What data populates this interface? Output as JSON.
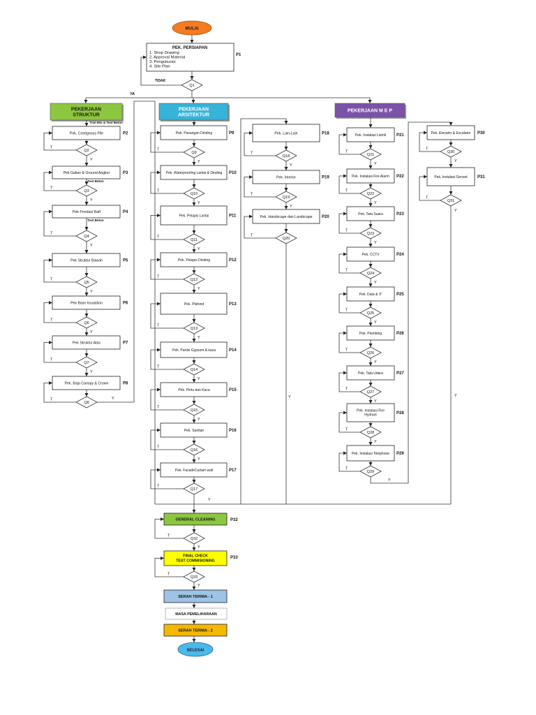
{
  "start": "MULAI",
  "end": "SELESAI",
  "preparation": {
    "title": "PEK. PERSIAPAN",
    "items": [
      "1. Shop Drawing",
      "2. Approval Material",
      "3. Pengukuran",
      "4. Site Plan"
    ],
    "code": "P1",
    "decision": "Q1",
    "no_label": "TIDAK",
    "yes_label": "YA"
  },
  "labels": {
    "no": "T",
    "yes": "Y"
  },
  "columns": [
    {
      "header": [
        "PEKERJAAN",
        "STRUKTUR"
      ],
      "header_color": "#8dc63f",
      "header_text_color": "#1b1b1b",
      "header_note": "Trial Mix & Test Beton",
      "steps": [
        {
          "label": "Pek. Contignous Pile",
          "code": "P2",
          "decision": "Q2"
        },
        {
          "label": "Pek Galian & Ground Angkur",
          "code": "P3",
          "decision": "Q3",
          "note": "Test Beton"
        },
        {
          "label": "Pek Pondasi Raft",
          "code": "P4",
          "decision": "Q4",
          "note": "Test Beton"
        },
        {
          "label": "Pek Struktur Bawah",
          "code": "P5",
          "decision": "Q5"
        },
        {
          "label": "Pek Base Insulation",
          "code": "P6",
          "decision": "Q6"
        },
        {
          "label": "Pek Struktur Atas",
          "code": "P7",
          "decision": "Q7"
        },
        {
          "label": "Pek. Baja Canopy & Crown",
          "code": "P8",
          "decision": "Q8"
        }
      ]
    },
    {
      "header": [
        "PEKERJAAN",
        "ARSITEKTUR"
      ],
      "header_color": "#35b3d8",
      "header_text_color": "#ffffff",
      "steps": [
        {
          "label": "Pek. Pasangan Dinding",
          "code": "P9",
          "decision": "Q9"
        },
        {
          "label": "Pek. Waterproofing Lantai & Dinding",
          "code": "P10",
          "decision": "Q10"
        },
        {
          "label": "Pek. Pelapis Lantai",
          "code": "P11",
          "decision": "Q11"
        },
        {
          "label": "Pek. Pelapis Dinding",
          "code": "P12",
          "decision": "Q12"
        },
        {
          "label": "Pek. Plafond",
          "code": "P13",
          "decision": "Q13"
        },
        {
          "label": "Pek. Partisi Gypsum & kaca",
          "code": "P14",
          "decision": "Q14"
        },
        {
          "label": "Pek. Pintu dan Kaca",
          "code": "P15",
          "decision": "Q15"
        },
        {
          "label": "Pek. Sanitair",
          "code": "P16",
          "decision": "Q16"
        },
        {
          "label": "Pek. FacadeCurtain wall",
          "code": "P17",
          "decision": "Q17"
        }
      ]
    },
    {
      "steps": [
        {
          "label": "Pek. Lain-Lain",
          "code": "P18",
          "decision": "Q18"
        },
        {
          "label": "Pek. Interior",
          "code": "P19",
          "decision": "Q19"
        },
        {
          "label": "Pek. Handscape dan Landscape",
          "code": "P20",
          "decision": "Q20"
        }
      ]
    },
    {
      "header": [
        "PEKERJAAN M E P"
      ],
      "header_color": "#7b52a8",
      "header_text_color": "#ffffff",
      "steps": [
        {
          "label": "Pek. Instalasi Listrik",
          "code": "P21",
          "decision": "Q21"
        },
        {
          "label": "Pek. Instalasi Fire Alarm",
          "code": "P22",
          "decision": "Q22"
        },
        {
          "label": "Pek. Tata Suara",
          "code": "P23",
          "decision": "Q23"
        },
        {
          "label": "Pek. CCTV",
          "code": "P24",
          "decision": "Q24"
        },
        {
          "label": "Pek. Data  & IT",
          "code": "P25",
          "decision": "Q25"
        },
        {
          "label": "Pek. Plumbing",
          "code": "P26",
          "decision": "Q26"
        },
        {
          "label": "Pek. Tata Udara",
          "code": "P27",
          "decision": "Q27"
        },
        {
          "label": [
            "Pek. Instalasi Fire",
            "Hydrant"
          ],
          "code": "P28",
          "decision": "Q28"
        },
        {
          "label": "Pek. Instalasi Telephone",
          "code": "P29",
          "decision": "Q29"
        }
      ]
    },
    {
      "steps": [
        {
          "label": "Pek. Elevator & Escalator",
          "code": "P30",
          "decision": "Q30"
        },
        {
          "label": "Pek. Instalasi Genset",
          "code": "P31",
          "decision": "Q31"
        }
      ]
    }
  ],
  "finishing": {
    "general_cleaning": {
      "label": [
        "GENERAL CLEANING"
      ],
      "code": "P32",
      "decision": "Q32",
      "color": "#8dc63f"
    },
    "final_check": {
      "label": [
        "FINAL CHECK",
        "TEST COMMISIONING"
      ],
      "code": "P33",
      "decision": "Q33",
      "color": "#ffff00"
    },
    "handover_1": {
      "label": "SERAH TERIMA - 1",
      "color": "#9dc3e6"
    },
    "maintenance": {
      "label": "MASA PEMELIHARAAN",
      "color": "#ffffff"
    },
    "handover_2": {
      "label": "SERAH TERIMA - 2",
      "color": "#f5b700"
    }
  },
  "colors": {
    "start": "#f47b20",
    "end": "#4bb8ea",
    "line": "#333333"
  }
}
